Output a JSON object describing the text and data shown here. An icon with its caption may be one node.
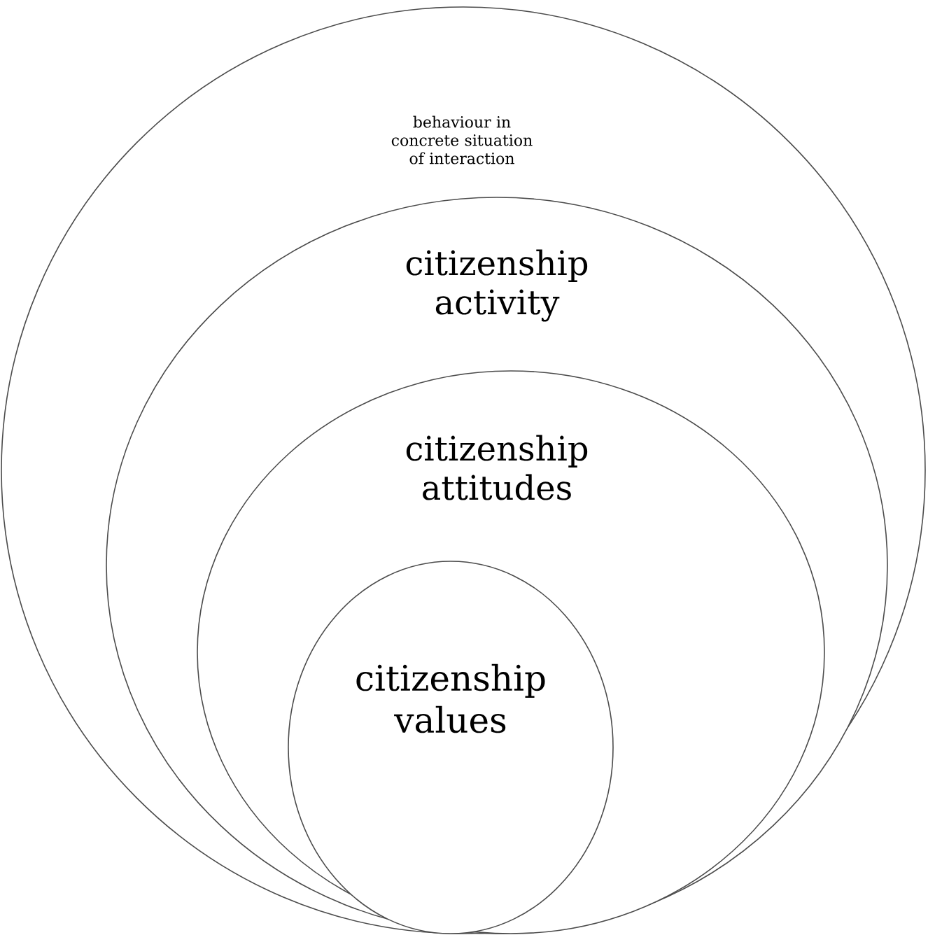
{
  "diagram": {
    "nodes": [
      {
        "text": [
          "behaviour in concrete situation of interaction"
        ]
      },
      {
        "text": [
          "citizenship activity"
        ],
        "in": 0
      },
      {
        "text": [
          "citizenship attitudes"
        ],
        "in": 1
      },
      {
        "text": [
          "citizenship values"
        ],
        "in": 2
      }
    ]
  }
}
